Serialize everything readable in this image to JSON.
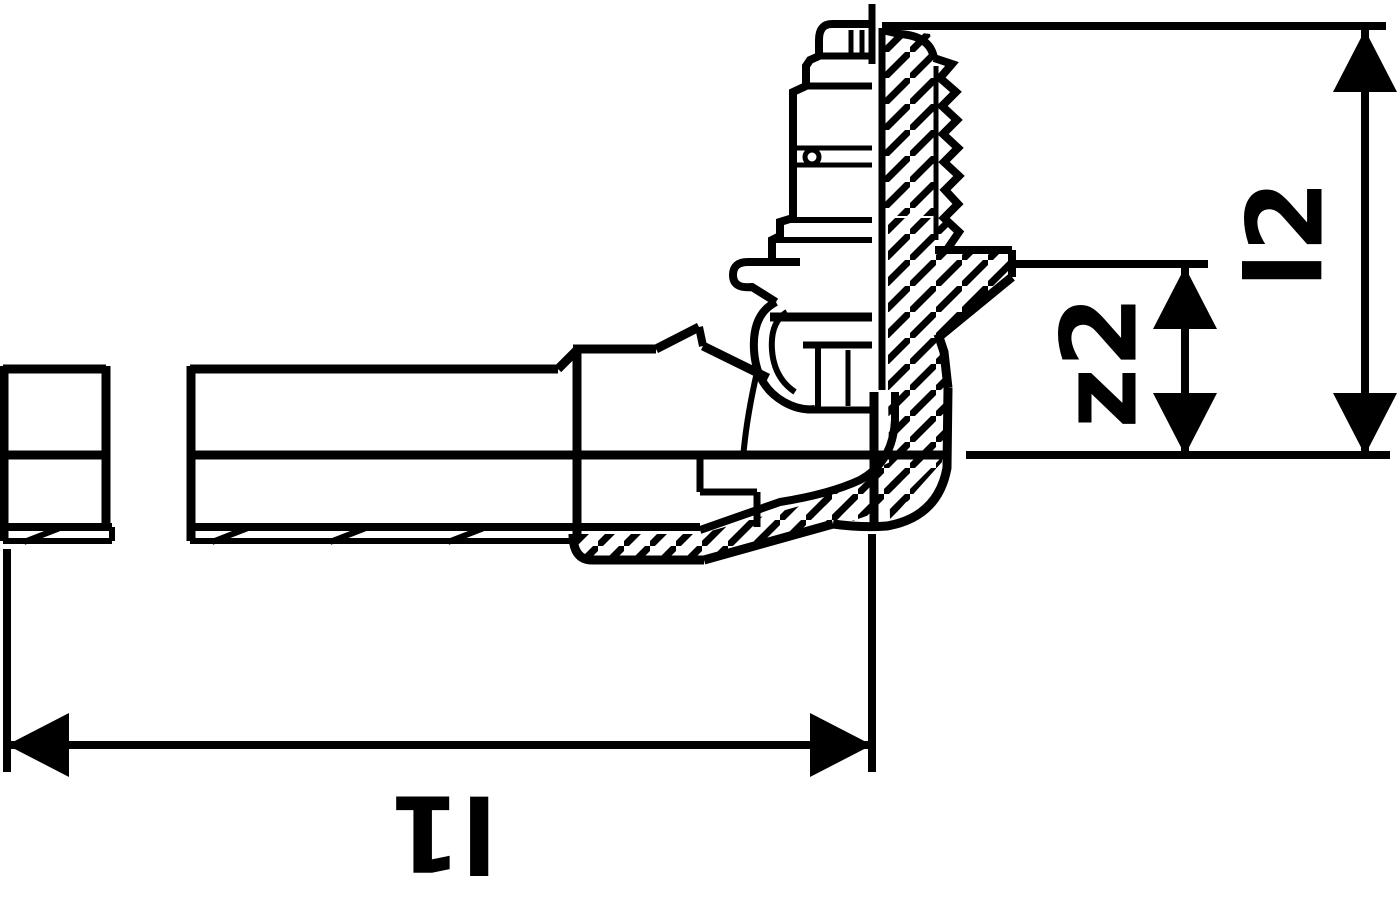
{
  "drawing": {
    "kind": "technical-section-drawing",
    "background_color": "#ffffff",
    "line_color": "#000000",
    "dimensions": {
      "l1": {
        "label": "l1",
        "axis": "horizontal",
        "label_rotation_deg": 180
      },
      "l2": {
        "label": "l2",
        "axis": "vertical",
        "label_rotation_deg": -90
      },
      "z2": {
        "label": "z2",
        "axis": "vertical",
        "label_rotation_deg": -90
      }
    }
  }
}
